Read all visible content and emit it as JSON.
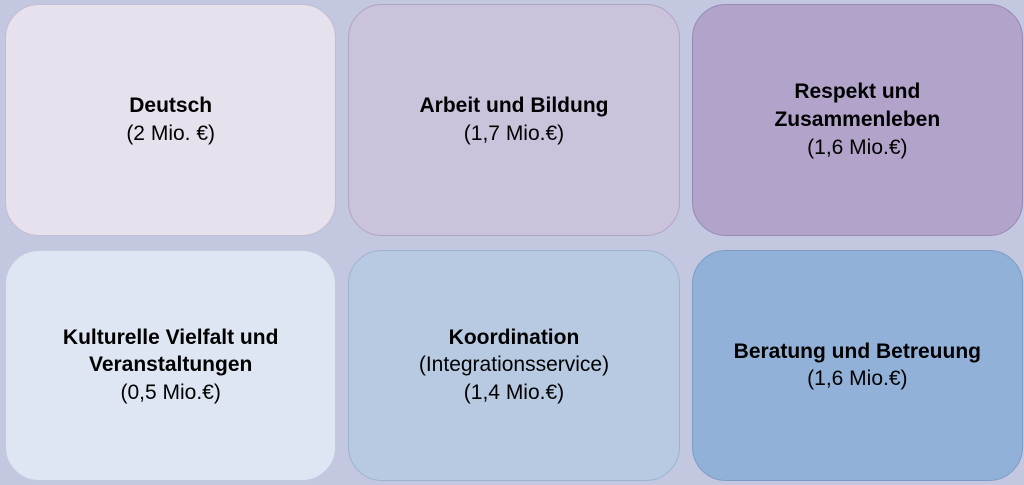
{
  "page": {
    "background": "#c3c8e0"
  },
  "boxes": [
    {
      "id": "deutsch",
      "title": "Deutsch",
      "amount": "(2 Mio. €)",
      "fill": "#e6e1ec",
      "border": "#c3bbd3"
    },
    {
      "id": "arbeit-und-bildung",
      "title": "Arbeit und Bildung",
      "amount": "(1,7 Mio.€)",
      "fill": "#cbc3dc",
      "border": "#afa4c4"
    },
    {
      "id": "respekt-und-zusammenleben",
      "title": "Respekt und Zusammenleben",
      "amount": "(1,6 Mio.€)",
      "fill": "#b1a3c9",
      "border": "#9888b4"
    },
    {
      "id": "kulturelle-vielfalt-und-veranstaltungen",
      "title": "Kulturelle Vielfalt und Veranstaltungen",
      "amount": "(0,5 Mio.€)",
      "fill": "#dde6f2",
      "border": "#bfcce0"
    },
    {
      "id": "koordination",
      "title": "Koordination",
      "subtitle": "(Integrationsservice)",
      "amount": "(1,4 Mio.€)",
      "fill": "#b7cae2",
      "border": "#9bb2cf"
    },
    {
      "id": "beratung-und-betreuung",
      "title": "Beratung und Betreuung",
      "amount": "(1,6 Mio.€)",
      "fill": "#92b1d8",
      "border": "#7a9cc5"
    }
  ]
}
